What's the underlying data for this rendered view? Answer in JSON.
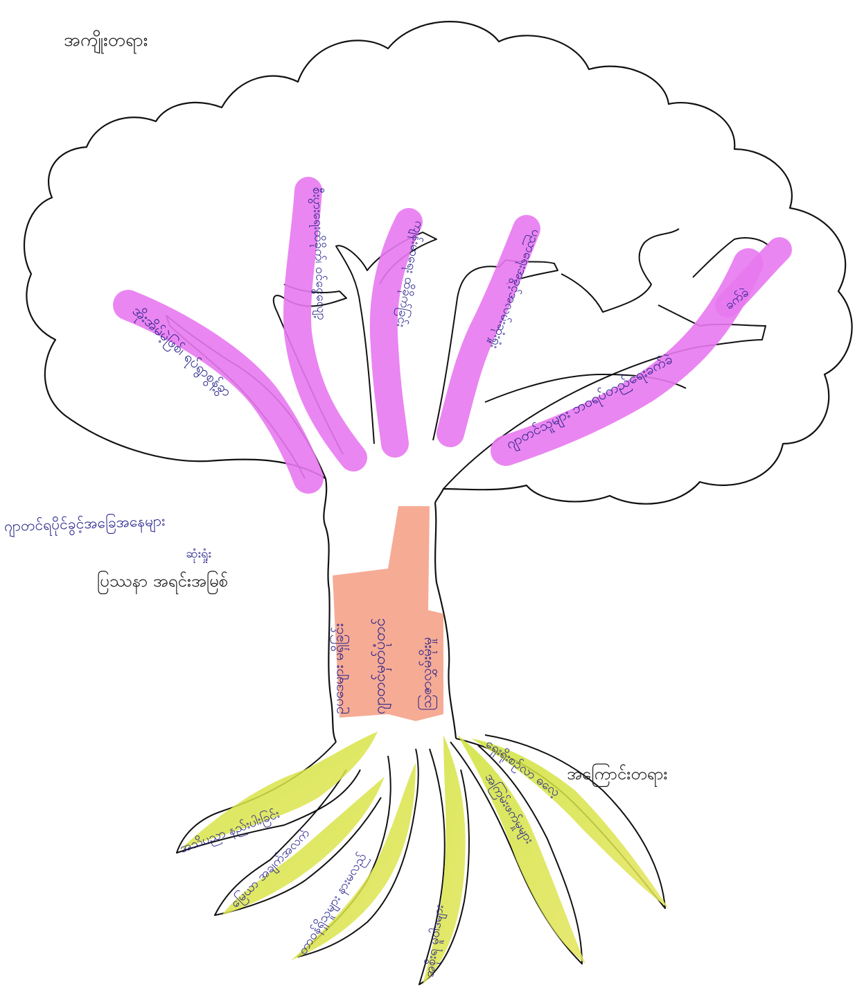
{
  "labels": {
    "effects": "အကျိုးတရား",
    "causes": "အကြောင်းတရား",
    "core_problem_line1": "ဂျာတင်ရပိုင်ခွင့်အခြေအနေများ",
    "core_problem_line2": "ဆုံးရှုံး",
    "core_problem_line3": "ပြဿနာ အရင်းအမြစ်"
  },
  "branches": [
    {
      "text": "အိုးအိမ်မဲ့ဖြစ်၊ ရပ်ရွာစွန့်ခွာ"
    },
    {
      "text": "စီးပွားရေးထိခိုက်၊ ဝင်ငွေလျော့"
    },
    {
      "text": "ကျန်းမာရေး ထိခိုက်ခြင်း"
    },
    {
      "text": "ပညာရေးအခွင့်အလမ်းဆုံးရှုံး"
    },
    {
      "text": "ဂျာတင်သူများ ဘဝရပ်တည်ရေးခက်ခဲ"
    },
    {
      "text": "ခက်ခဲ"
    }
  ],
  "trunk": [
    {
      "text": "ဥပဒေများ မရှိခြင်း"
    },
    {
      "text": "ဂျာတင်မှတ်ပုံတင်"
    },
    {
      "text": "သြဇာလွှမ်းမိုးမှု"
    }
  ],
  "roots": [
    {
      "text": "အသိပညာ နည်းပါးခြင်း"
    },
    {
      "text": "မြေယာ အချက်အလက်"
    },
    {
      "text": "တာဝန်ရှိသူများ နားမလည်"
    },
    {
      "text": "အစိုးရ မူဝါဒများ"
    },
    {
      "text": "အကြမ်းဖက်မှုများ"
    },
    {
      "text": "ရှေးရိုးစဉ်လာ ဓလေ့"
    }
  ],
  "colors": {
    "branch_highlight": "#e879f0",
    "trunk_highlight": "#f5a48c",
    "root_highlight_a": "#cfe33a",
    "root_highlight_b": "#e4e45a",
    "ink_blue": "#26228a",
    "outline": "#111111"
  }
}
